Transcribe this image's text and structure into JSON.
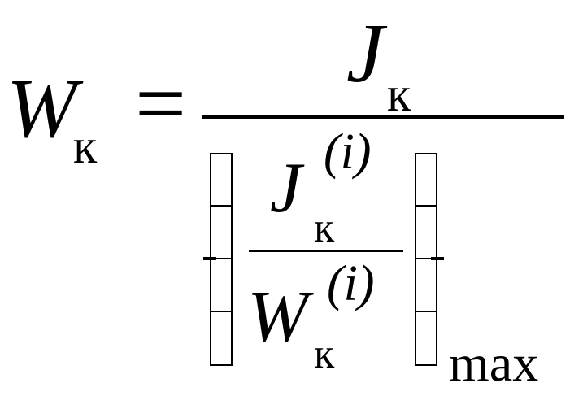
{
  "formula": {
    "lhs": {
      "main": "W",
      "subscript": "к"
    },
    "equals": "=",
    "numerator": {
      "main": "J",
      "subscript": "к"
    },
    "denominator": {
      "inner_numerator": {
        "main": "J",
        "subscript": "к",
        "superscript": "(i)"
      },
      "inner_denominator": {
        "main": "W",
        "subscript": "к",
        "superscript": "(i)"
      },
      "bracket_subscript": "max"
    }
  }
}
